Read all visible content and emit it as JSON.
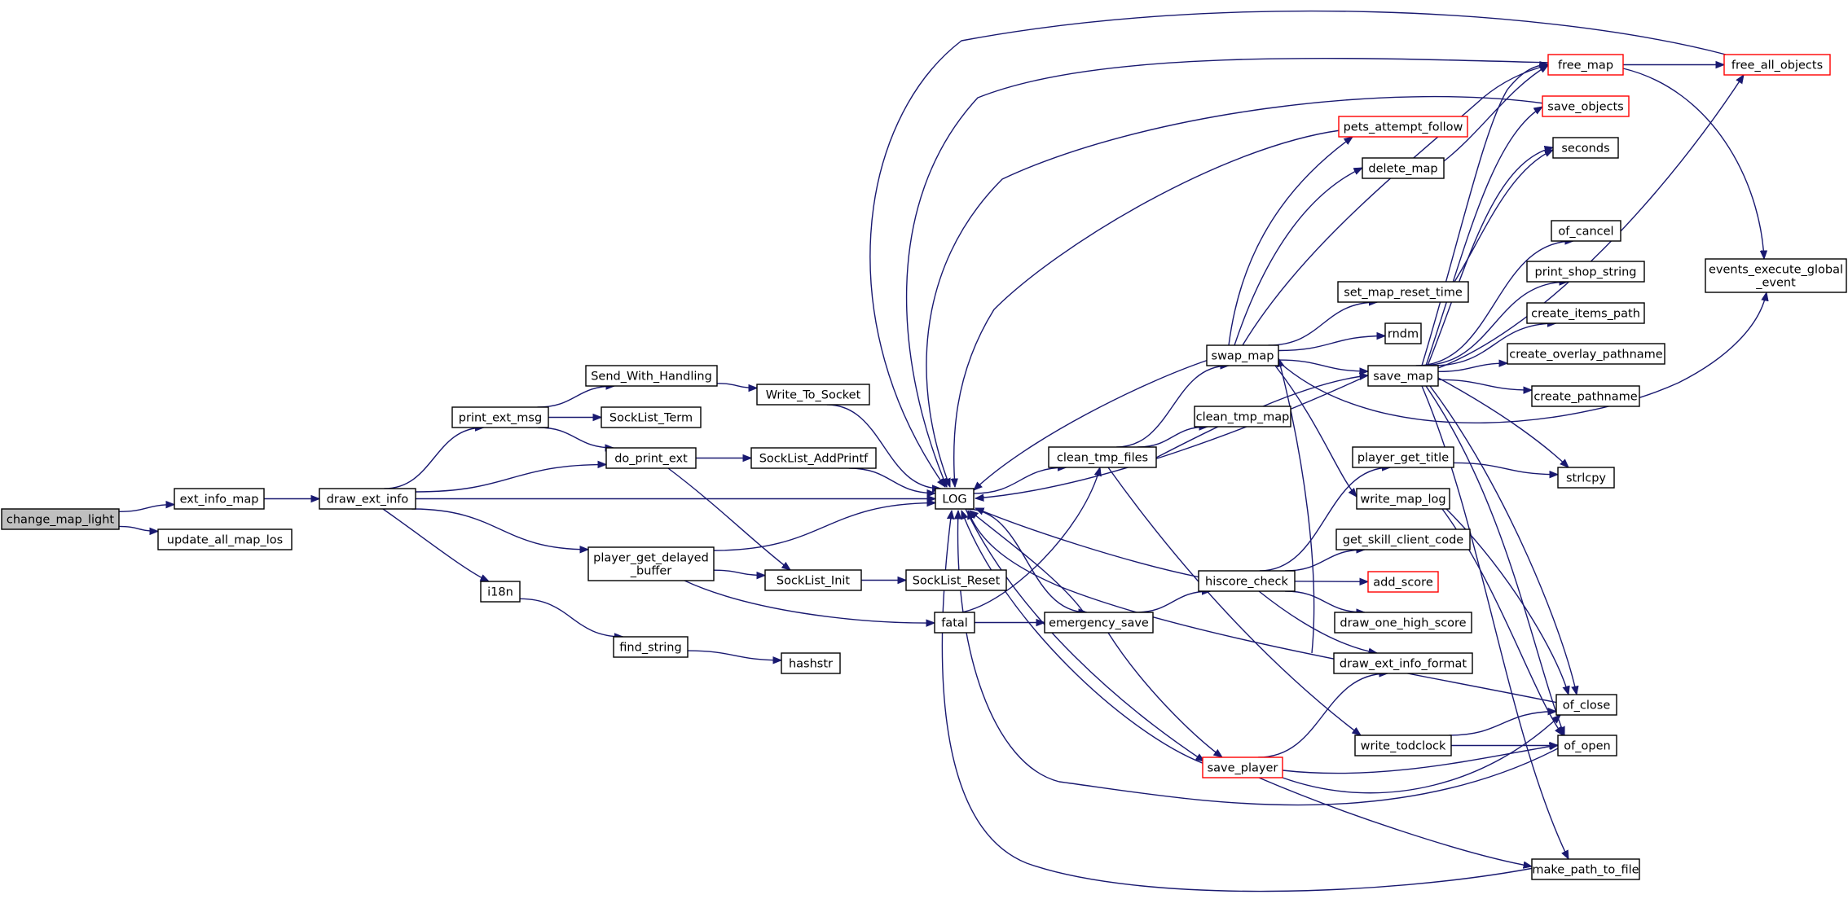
{
  "graph": {
    "colors": {
      "edge": "#191970",
      "node_border": "#000000",
      "highlight_border": "#ff0000",
      "root_fill": "#bfbfbf",
      "node_fill": "#ffffff"
    },
    "nodes": [
      {
        "id": "change_map_light",
        "lines": [
          "change_map_light"
        ],
        "style": "root"
      },
      {
        "id": "ext_info_map",
        "lines": [
          "ext_info_map"
        ],
        "style": "normal"
      },
      {
        "id": "update_all_map_los",
        "lines": [
          "update_all_map_los"
        ],
        "style": "normal"
      },
      {
        "id": "draw_ext_info",
        "lines": [
          "draw_ext_info"
        ],
        "style": "normal"
      },
      {
        "id": "print_ext_msg",
        "lines": [
          "print_ext_msg"
        ],
        "style": "normal"
      },
      {
        "id": "i18n",
        "lines": [
          "i18n"
        ],
        "style": "normal"
      },
      {
        "id": "Send_With_Handling",
        "lines": [
          "Send_With_Handling"
        ],
        "style": "normal"
      },
      {
        "id": "SockList_Term",
        "lines": [
          "SockList_Term"
        ],
        "style": "normal"
      },
      {
        "id": "do_print_ext",
        "lines": [
          "do_print_ext"
        ],
        "style": "normal"
      },
      {
        "id": "player_get_delayed_buffer",
        "lines": [
          "player_get_delayed",
          "_buffer"
        ],
        "style": "normal"
      },
      {
        "id": "find_string",
        "lines": [
          "find_string"
        ],
        "style": "normal"
      },
      {
        "id": "Write_To_Socket",
        "lines": [
          "Write_To_Socket"
        ],
        "style": "normal"
      },
      {
        "id": "SockList_AddPrintf",
        "lines": [
          "SockList_AddPrintf"
        ],
        "style": "normal"
      },
      {
        "id": "SockList_Init",
        "lines": [
          "SockList_Init"
        ],
        "style": "normal"
      },
      {
        "id": "hashstr",
        "lines": [
          "hashstr"
        ],
        "style": "normal"
      },
      {
        "id": "SockList_Reset",
        "lines": [
          "SockList_Reset"
        ],
        "style": "normal"
      },
      {
        "id": "fatal",
        "lines": [
          "fatal"
        ],
        "style": "normal"
      },
      {
        "id": "LOG",
        "lines": [
          "LOG"
        ],
        "style": "normal"
      },
      {
        "id": "clean_tmp_files",
        "lines": [
          "clean_tmp_files"
        ],
        "style": "normal"
      },
      {
        "id": "emergency_save",
        "lines": [
          "emergency_save"
        ],
        "style": "normal"
      },
      {
        "id": "swap_map",
        "lines": [
          "swap_map"
        ],
        "style": "normal"
      },
      {
        "id": "clean_tmp_map",
        "lines": [
          "clean_tmp_map"
        ],
        "style": "normal"
      },
      {
        "id": "hiscore_check",
        "lines": [
          "hiscore_check"
        ],
        "style": "normal"
      },
      {
        "id": "save_player",
        "lines": [
          "save_player"
        ],
        "style": "highlight"
      },
      {
        "id": "pets_attempt_follow",
        "lines": [
          "pets_attempt_follow"
        ],
        "style": "highlight"
      },
      {
        "id": "delete_map",
        "lines": [
          "delete_map"
        ],
        "style": "normal"
      },
      {
        "id": "set_map_reset_time",
        "lines": [
          "set_map_reset_time"
        ],
        "style": "normal"
      },
      {
        "id": "rndm",
        "lines": [
          "rndm"
        ],
        "style": "normal"
      },
      {
        "id": "save_map",
        "lines": [
          "save_map"
        ],
        "style": "normal"
      },
      {
        "id": "player_get_title",
        "lines": [
          "player_get_title"
        ],
        "style": "normal"
      },
      {
        "id": "write_map_log",
        "lines": [
          "write_map_log"
        ],
        "style": "normal"
      },
      {
        "id": "get_skill_client_code",
        "lines": [
          "get_skill_client_code"
        ],
        "style": "normal"
      },
      {
        "id": "add_score",
        "lines": [
          "add_score"
        ],
        "style": "highlight"
      },
      {
        "id": "draw_one_high_score",
        "lines": [
          "draw_one_high_score"
        ],
        "style": "normal"
      },
      {
        "id": "draw_ext_info_format",
        "lines": [
          "draw_ext_info_format"
        ],
        "style": "normal"
      },
      {
        "id": "write_todclock",
        "lines": [
          "write_todclock"
        ],
        "style": "normal"
      },
      {
        "id": "free_map",
        "lines": [
          "free_map"
        ],
        "style": "highlight"
      },
      {
        "id": "save_objects",
        "lines": [
          "save_objects"
        ],
        "style": "highlight"
      },
      {
        "id": "seconds",
        "lines": [
          "seconds"
        ],
        "style": "normal"
      },
      {
        "id": "of_cancel",
        "lines": [
          "of_cancel"
        ],
        "style": "normal"
      },
      {
        "id": "print_shop_string",
        "lines": [
          "print_shop_string"
        ],
        "style": "normal"
      },
      {
        "id": "create_items_path",
        "lines": [
          "create_items_path"
        ],
        "style": "normal"
      },
      {
        "id": "create_overlay_pathname",
        "lines": [
          "create_overlay_pathname"
        ],
        "style": "normal"
      },
      {
        "id": "create_pathname",
        "lines": [
          "create_pathname"
        ],
        "style": "normal"
      },
      {
        "id": "strlcpy",
        "lines": [
          "strlcpy"
        ],
        "style": "normal"
      },
      {
        "id": "of_close",
        "lines": [
          "of_close"
        ],
        "style": "normal"
      },
      {
        "id": "of_open",
        "lines": [
          "of_open"
        ],
        "style": "normal"
      },
      {
        "id": "make_path_to_file",
        "lines": [
          "make_path_to_file"
        ],
        "style": "normal"
      },
      {
        "id": "free_all_objects",
        "lines": [
          "free_all_objects"
        ],
        "style": "highlight"
      },
      {
        "id": "events_execute_global_event",
        "lines": [
          "events_execute_global",
          "_event"
        ],
        "style": "normal"
      }
    ],
    "edges": [
      [
        "change_map_light",
        "ext_info_map"
      ],
      [
        "change_map_light",
        "update_all_map_los"
      ],
      [
        "ext_info_map",
        "draw_ext_info"
      ],
      [
        "draw_ext_info",
        "print_ext_msg"
      ],
      [
        "draw_ext_info",
        "do_print_ext"
      ],
      [
        "draw_ext_info",
        "LOG"
      ],
      [
        "draw_ext_info",
        "player_get_delayed_buffer"
      ],
      [
        "draw_ext_info",
        "i18n"
      ],
      [
        "print_ext_msg",
        "Send_With_Handling"
      ],
      [
        "print_ext_msg",
        "SockList_Term"
      ],
      [
        "print_ext_msg",
        "do_print_ext"
      ],
      [
        "Send_With_Handling",
        "Write_To_Socket"
      ],
      [
        "Write_To_Socket",
        "LOG"
      ],
      [
        "do_print_ext",
        "SockList_AddPrintf"
      ],
      [
        "do_print_ext",
        "SockList_Init"
      ],
      [
        "SockList_AddPrintf",
        "LOG"
      ],
      [
        "player_get_delayed_buffer",
        "LOG"
      ],
      [
        "player_get_delayed_buffer",
        "SockList_Init"
      ],
      [
        "player_get_delayed_buffer",
        "fatal"
      ],
      [
        "SockList_Init",
        "SockList_Reset"
      ],
      [
        "i18n",
        "find_string"
      ],
      [
        "find_string",
        "hashstr"
      ],
      [
        "fatal",
        "clean_tmp_files"
      ],
      [
        "fatal",
        "emergency_save"
      ],
      [
        "LOG",
        "clean_tmp_files"
      ],
      [
        "LOG",
        "emergency_save"
      ],
      [
        "LOG",
        "save_player"
      ],
      [
        "clean_tmp_files",
        "swap_map"
      ],
      [
        "clean_tmp_files",
        "clean_tmp_map"
      ],
      [
        "clean_tmp_files",
        "save_map"
      ],
      [
        "clean_tmp_files",
        "write_todclock"
      ],
      [
        "emergency_save",
        "LOG"
      ],
      [
        "emergency_save",
        "hiscore_check"
      ],
      [
        "emergency_save",
        "save_player"
      ],
      [
        "swap_map",
        "LOG"
      ],
      [
        "swap_map",
        "pets_attempt_follow"
      ],
      [
        "swap_map",
        "delete_map"
      ],
      [
        "swap_map",
        "free_map"
      ],
      [
        "swap_map",
        "set_map_reset_time"
      ],
      [
        "swap_map",
        "rndm"
      ],
      [
        "swap_map",
        "save_map"
      ],
      [
        "swap_map",
        "write_map_log"
      ],
      [
        "swap_map",
        "draw_ext_info_format"
      ],
      [
        "swap_map",
        "events_execute_global_event"
      ],
      [
        "delete_map",
        "free_map"
      ],
      [
        "set_map_reset_time",
        "seconds"
      ],
      [
        "save_map",
        "LOG"
      ],
      [
        "save_map",
        "free_map"
      ],
      [
        "save_map",
        "save_objects"
      ],
      [
        "save_map",
        "seconds"
      ],
      [
        "save_map",
        "of_cancel"
      ],
      [
        "save_map",
        "print_shop_string"
      ],
      [
        "save_map",
        "create_items_path"
      ],
      [
        "save_map",
        "create_overlay_pathname"
      ],
      [
        "save_map",
        "create_pathname"
      ],
      [
        "save_map",
        "strlcpy"
      ],
      [
        "save_map",
        "of_close"
      ],
      [
        "save_map",
        "of_open"
      ],
      [
        "save_map",
        "make_path_to_file"
      ],
      [
        "save_map",
        "free_all_objects"
      ],
      [
        "hiscore_check",
        "LOG"
      ],
      [
        "hiscore_check",
        "player_get_title"
      ],
      [
        "hiscore_check",
        "get_skill_client_code"
      ],
      [
        "hiscore_check",
        "add_score"
      ],
      [
        "hiscore_check",
        "draw_one_high_score"
      ],
      [
        "hiscore_check",
        "draw_ext_info_format"
      ],
      [
        "player_get_title",
        "strlcpy"
      ],
      [
        "write_map_log",
        "of_close"
      ],
      [
        "write_map_log",
        "of_open"
      ],
      [
        "write_todclock",
        "of_close"
      ],
      [
        "write_todclock",
        "of_open"
      ],
      [
        "save_player",
        "LOG"
      ],
      [
        "save_player",
        "draw_ext_info_format"
      ],
      [
        "save_player",
        "of_open"
      ],
      [
        "save_player",
        "of_close"
      ],
      [
        "save_player",
        "make_path_to_file"
      ],
      [
        "of_close",
        "LOG"
      ],
      [
        "of_open",
        "LOG"
      ],
      [
        "make_path_to_file",
        "LOG"
      ],
      [
        "free_map",
        "LOG"
      ],
      [
        "free_map",
        "free_all_objects"
      ],
      [
        "free_map",
        "events_execute_global_event"
      ],
      [
        "save_objects",
        "LOG"
      ],
      [
        "pets_attempt_follow",
        "LOG"
      ],
      [
        "free_all_objects",
        "LOG"
      ]
    ]
  }
}
